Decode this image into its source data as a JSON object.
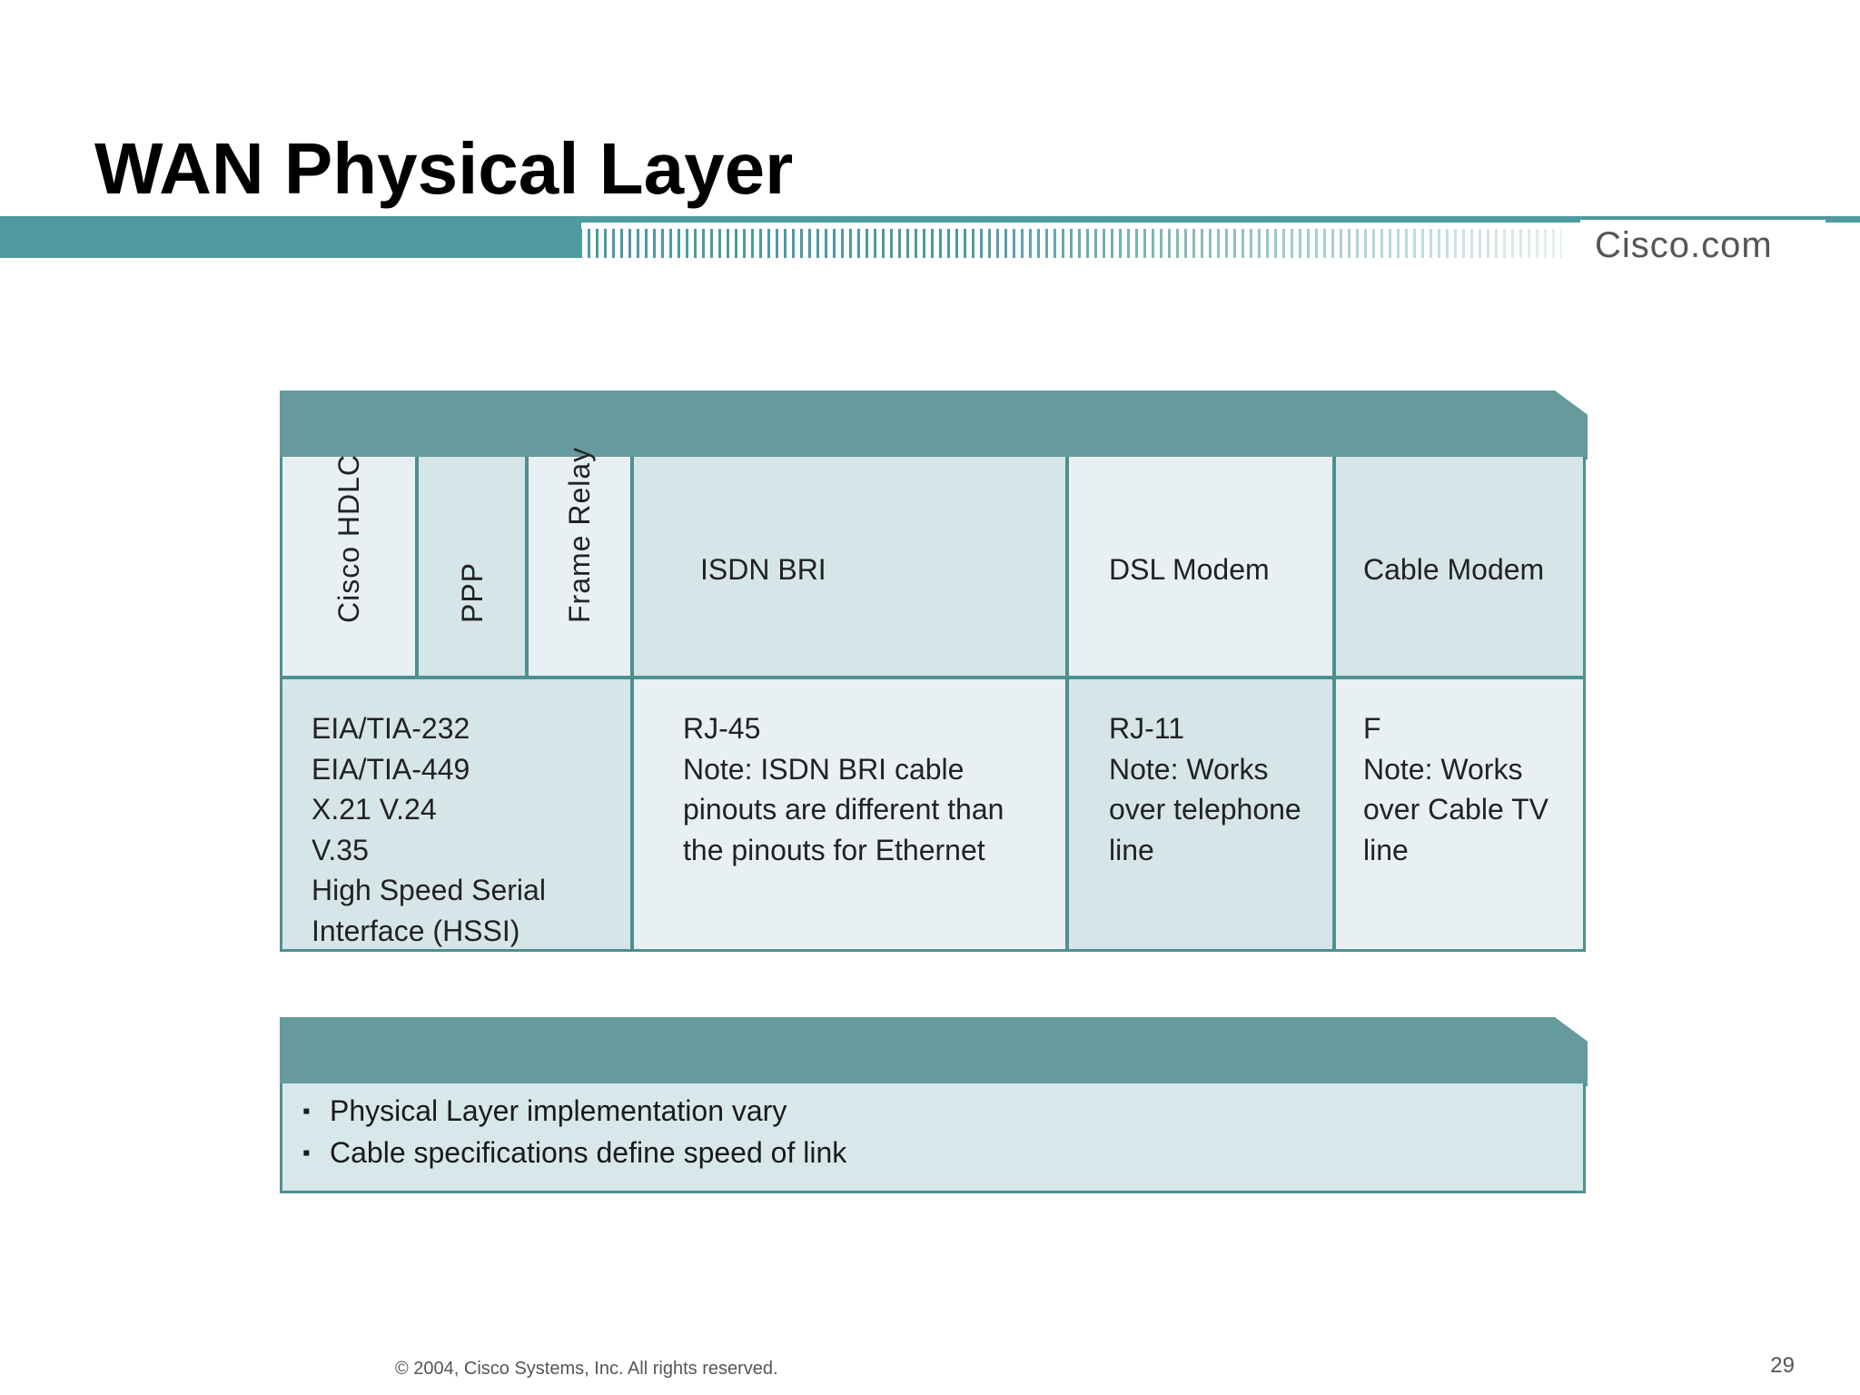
{
  "slide": {
    "title": "WAN Physical Layer",
    "brand": "Cisco.com",
    "page_number": "29",
    "copyright": "© 2004, Cisco Systems, Inc. All rights reserved."
  },
  "protocols": {
    "cisco_hdlc": "Cisco HDLC",
    "ppp": "PPP",
    "frame_relay": "Frame Relay",
    "isdn_bri": "ISDN BRI",
    "dsl_modem": "DSL Modem",
    "cable_modem": "Cable Modem"
  },
  "connectors": {
    "serial": [
      "EIA/TIA-232",
      "EIA/TIA-449",
      "X.21 V.24",
      "V.35",
      "High Speed Serial",
      "Interface (HSSI)"
    ],
    "isdn": [
      "RJ-45",
      "Note: ISDN BRI cable",
      "pinouts are different than",
      "the pinouts for Ethernet"
    ],
    "dsl": [
      "RJ-11",
      "Note: Works",
      "over telephone",
      "line"
    ],
    "cable": [
      "F",
      "Note: Works",
      "over Cable TV",
      "line"
    ]
  },
  "notes": {
    "bullet_char": "▪",
    "items": [
      "Physical Layer implementation vary",
      "Cable specifications define speed of link"
    ]
  },
  "colors": {
    "teal_band": "#4e9aa0",
    "panel_header": "#659b9c",
    "cell_bg": "#dde9ec"
  }
}
